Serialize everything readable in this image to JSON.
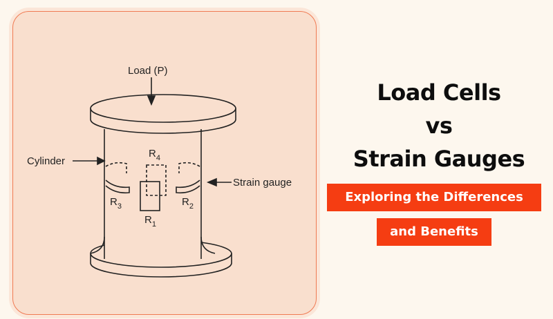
{
  "diagram": {
    "load_label": "Load (P)",
    "cylinder_label": "Cylinder",
    "strain_gauge_label": "Strain gauge",
    "resistors": [
      {
        "base": "R",
        "sub": "1"
      },
      {
        "base": "R",
        "sub": "2"
      },
      {
        "base": "R",
        "sub": "3"
      },
      {
        "base": "R",
        "sub": "4"
      }
    ]
  },
  "heading": {
    "line1": "Load Cells",
    "line2": "vs",
    "line3": "Strain Gauges"
  },
  "banners": {
    "line1": "Exploring the Differences",
    "line2": "and Benefits"
  },
  "colors": {
    "accent": "#f53d12",
    "panel_bg": "#f9dfce",
    "page_bg": "#fdf7ee"
  }
}
